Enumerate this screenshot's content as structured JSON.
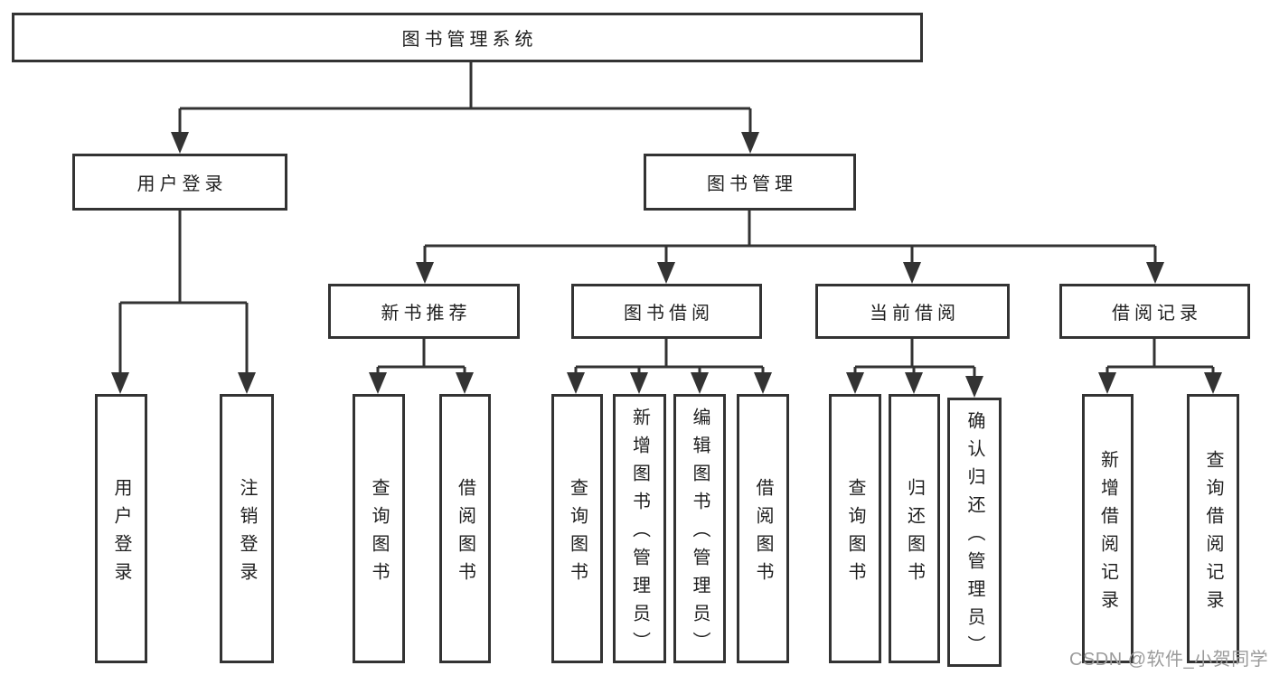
{
  "diagram": {
    "type": "tree-flowchart",
    "title": "图书管理系统",
    "watermark": "CSDN @软件_小贺同学",
    "line_color": "#333333",
    "text_color": "#1f1f1f",
    "watermark_color": "#9b9b9b",
    "nodes": {
      "root": {
        "label": "图书管理系统"
      },
      "user_login": {
        "label": "用户登录"
      },
      "book_mgmt": {
        "label": "图书管理"
      },
      "new_book": {
        "label": "新书推荐"
      },
      "book_borrow": {
        "label": "图书借阅"
      },
      "current_borrow": {
        "label": "当前借阅"
      },
      "borrow_record": {
        "label": "借阅记录"
      },
      "leaf_user_login": {
        "label": "用户登录"
      },
      "leaf_logout": {
        "label": "注销登录"
      },
      "leaf_nb_query": {
        "label": "查询图书"
      },
      "leaf_nb_borrow": {
        "label": "借阅图书"
      },
      "leaf_bb_query": {
        "label": "查询图书"
      },
      "leaf_bb_add": {
        "label": "新增图书（管理员）"
      },
      "leaf_bb_edit": {
        "label": "编辑图书（管理员）"
      },
      "leaf_bb_borrow": {
        "label": "借阅图书"
      },
      "leaf_cb_query": {
        "label": "查询图书"
      },
      "leaf_cb_return": {
        "label": "归还图书"
      },
      "leaf_cb_confirm": {
        "label": "确认归还（管理员）"
      },
      "leaf_br_add": {
        "label": "新增借阅记录"
      },
      "leaf_br_query": {
        "label": "查询借阅记录"
      }
    },
    "edges": [
      {
        "from": "root",
        "to": [
          "user_login",
          "book_mgmt"
        ]
      },
      {
        "from": "user_login",
        "to": [
          "leaf_user_login",
          "leaf_logout"
        ]
      },
      {
        "from": "book_mgmt",
        "to": [
          "new_book",
          "book_borrow",
          "current_borrow",
          "borrow_record"
        ]
      },
      {
        "from": "new_book",
        "to": [
          "leaf_nb_query",
          "leaf_nb_borrow"
        ]
      },
      {
        "from": "book_borrow",
        "to": [
          "leaf_bb_query",
          "leaf_bb_add",
          "leaf_bb_edit",
          "leaf_bb_borrow"
        ]
      },
      {
        "from": "current_borrow",
        "to": [
          "leaf_cb_query",
          "leaf_cb_return",
          "leaf_cb_confirm"
        ]
      },
      {
        "from": "borrow_record",
        "to": [
          "leaf_br_add",
          "leaf_br_query"
        ]
      }
    ]
  }
}
